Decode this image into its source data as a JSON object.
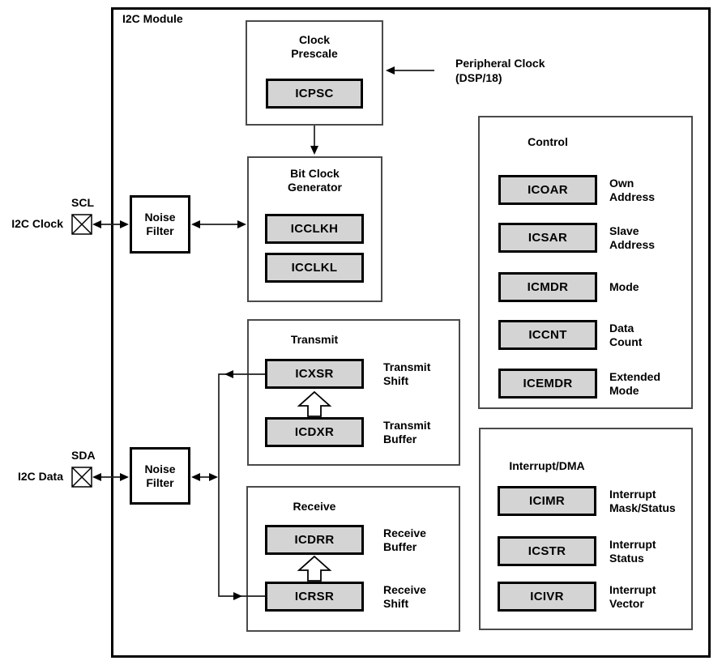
{
  "module": {
    "title": "I2C Module"
  },
  "external": {
    "scl": {
      "pin": "SCL",
      "label": "I2C Clock"
    },
    "sda": {
      "pin": "SDA",
      "label": "I2C Data"
    },
    "peripheral_clock": {
      "line1": "Peripheral Clock",
      "line2": "(DSP/18)"
    }
  },
  "blocks": {
    "clock_prescale": {
      "title_line1": "Clock",
      "title_line2": "Prescale",
      "register": "ICPSC"
    },
    "bit_clock_generator": {
      "title_line1": "Bit Clock",
      "title_line2": "Generator",
      "registers": [
        "ICCLKH",
        "ICCLKL"
      ]
    },
    "noise_filter_clock": {
      "line1": "Noise",
      "line2": "Filter"
    },
    "noise_filter_data": {
      "line1": "Noise",
      "line2": "Filter"
    },
    "transmit": {
      "title": "Transmit",
      "rows": [
        {
          "reg": "ICXSR",
          "desc1": "Transmit",
          "desc2": "Shift"
        },
        {
          "reg": "ICDXR",
          "desc1": "Transmit",
          "desc2": "Buffer"
        }
      ]
    },
    "receive": {
      "title": "Receive",
      "rows": [
        {
          "reg": "ICDRR",
          "desc1": "Receive",
          "desc2": "Buffer"
        },
        {
          "reg": "ICRSR",
          "desc1": "Receive",
          "desc2": "Shift"
        }
      ]
    },
    "control": {
      "title": "Control",
      "rows": [
        {
          "reg": "ICOAR",
          "desc1": "Own",
          "desc2": "Address"
        },
        {
          "reg": "ICSAR",
          "desc1": "Slave",
          "desc2": "Address"
        },
        {
          "reg": "ICMDR",
          "desc1": "Mode",
          "desc2": ""
        },
        {
          "reg": "ICCNT",
          "desc1": "Data",
          "desc2": "Count"
        },
        {
          "reg": "ICEMDR",
          "desc1": "Extended",
          "desc2": "Mode"
        }
      ]
    },
    "interrupt_dma": {
      "title": "Interrupt/DMA",
      "rows": [
        {
          "reg": "ICIMR",
          "desc1": "Interrupt",
          "desc2": "Mask/Status"
        },
        {
          "reg": "ICSTR",
          "desc1": "Interrupt",
          "desc2": "Status"
        },
        {
          "reg": "ICIVR",
          "desc1": "Interrupt",
          "desc2": "Vector"
        }
      ]
    }
  },
  "colors": {
    "register_fill": "#d4d4d4",
    "border": "#000000",
    "section_border": "#4a4a4a",
    "line": "#1f1f1f",
    "background": "#ffffff"
  }
}
